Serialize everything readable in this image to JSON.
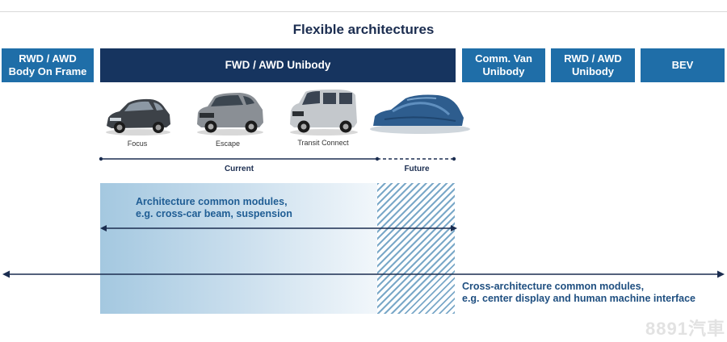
{
  "title": "Flexible architectures",
  "boxes": {
    "rwd_awd_bof": "RWD / AWD\nBody On Frame",
    "fwd_awd_unibody": "FWD / AWD Unibody",
    "comm_van": "Comm. Van\nUnibody",
    "rwd_awd_unibody": "RWD / AWD\nUnibody",
    "bev": "BEV"
  },
  "cars": [
    {
      "label": "Focus"
    },
    {
      "label": "Escape"
    },
    {
      "label": "Transit Connect"
    },
    {
      "label": ""
    }
  ],
  "phases": {
    "current": "Current",
    "future": "Future"
  },
  "modules": {
    "architecture_line1": "Architecture common modules,",
    "architecture_line2": "e.g. cross-car beam, suspension",
    "cross_line1": "Cross-architecture common modules,",
    "cross_line2": "e.g. center display and human machine interface"
  },
  "watermark": "8891汽車",
  "colors": {
    "light_box": "#1f6ea8",
    "dark_box": "#16345f",
    "line": "#1b2d50"
  }
}
